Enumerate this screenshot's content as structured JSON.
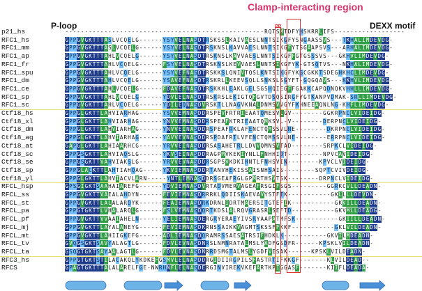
{
  "headers": {
    "p_loop": "P-loop",
    "clamp_region": "Clamp-interacting region",
    "pp": "PP",
    "dexx": "DEXX motif"
  },
  "alignment": [
    {
      "name": "p21_hs",
      "seq": "---------------------------------------------------RQTSMTDFYHSKRRLIFS------------------"
    },
    {
      "name": "RFC1_hs",
      "seq": "GPPGVGKTTTASLVCQELG------YSYVELNASDTRSKSSLKAIVAESLNNTSIKGFYSNGAASSVS---TKHALIMDEVDG-"
    },
    {
      "name": "RFC1_mm",
      "seq": "GPPGVGKTTTASLVCQELG------YSYVELNASDTRSKNSLKAVVAESLNNTSIKGFYTSGAAPSVS---ARHALIMDEVDG-"
    },
    {
      "name": "RFC1_ap",
      "seq": "GPPGVGKTTTAHLVCQELG------YSYVELNASDTRSKNSLKAVVAESLNNTSIKGFFGTGSSSVS---GKHVLIMDEVDG-"
    },
    {
      "name": "RFC1_fr",
      "seq": "GPPGVGKTTTAHLVCQELG------FSYVELNASDTRSKNSLKEVVAESLNNTSIKGFYK-GTSQTVS---NKHALIMDEVDG-"
    },
    {
      "name": "RFC1_spu",
      "seq": "GPPGVGKTTTAHLVCQELG------YSYVEFNASDTRSKKSLQNIVTQSLKNTSIKGFYKGCGKKTSDEGHKHCLIMDEVDG-"
    },
    {
      "name": "RFC1_dm",
      "seq": "GPPGVGKTTTAHLVCQELG------YSAVEFNASDTRSKRLLKEEVSQLLSNKSLSGYFT-GQGQAVS---KKHVLIMDEVDG-"
    },
    {
      "name": "RFC1_ce",
      "seq": "GPPGVGKTTTAHLVCQELG------FDAVEFNASDTRSKKHLEAKLGELSGSHQIEGFFGAKKCAPQDNQKVHHLLIMDEVDG-"
    },
    {
      "name": "RFC1_sp",
      "seq": "GPPGVGKTTTAHLVCQELG------YDVLELNASDTRSKRSLEKIGTQFGVTDSQSIRGFYGTKANPVDMAK-SRLLIMDEVDG-"
    },
    {
      "name": "RFC1_sc",
      "seq": "GPPGVGKTTTAHLVCQELG------YDILEQNASDVRSKTLLNAGVKNALDNMSVVGYFKHNEEAQNLNG-KHFLIMDEVDG-"
    },
    {
      "name": "Ctf18_hs",
      "seq": "GPPGLGKTTLAHVIARHAG------YSVVEMNASDDRSPEVFRTRIEAATQMESVLGV--------GGKRPNCLVIDEIDG-"
    },
    {
      "name": "Ctf18_xl",
      "seq": "GPPGLGKTTLAHVIARHAG------YNVVEMNASDDRSPEAFKTRIEAATQMKSVL-V--------DERPNCLVIDEIDG-"
    },
    {
      "name": "Ctf18_dm",
      "seq": "GPPGLGKTTLAHVIARHAG------YNVVEINASDDRSPEAFRKLAFENCTQMSSVLNE--------DKRPNCLVIDEIDG-"
    },
    {
      "name": "Ctf18_ag",
      "seq": "GPPGLGKTTLAHVIARHAG------YAVVEVNASDDRSPDAFRTLVFENCTQMSSVLNE--------ERRPNCLVIDEIDG-"
    },
    {
      "name": "Ctf18_at",
      "seq": "GAPGLGKTTLAHIAARHCG------YRVVEINASDDRSASAHETRLLDVVQMNSVTAD--------SRPKCLVIDEIDG-"
    },
    {
      "name": "Ctf18_sc",
      "seq": "GPPGSGKTTLAHVIAQSLG------YKVSEINASDDRAGPMVKEKIYNLLFNHHIDT---------NPVCAVIDEIDG-"
    },
    {
      "name": "Ctf18_se",
      "seq": "GPPGSGKTTVAHVIAKSLG------YRVVEVNASDDRSGPSVKDKIHNTLFNHSVIN--------KPVCLVIDEIDG-"
    },
    {
      "name": "Ctf18_sp",
      "seq": "GPPGLACKTTLAHTIAHQAG-----YKVIEMNASDDRTANVHEKISSAISNHSAIS--------SQPTCVIVDEIDG-"
    },
    {
      "name": "Ctf18_yl",
      "seq": "GPPGLGKTTLAHVIACVLARN-----YNTLEMNASDDRSGEAFRGLGPMRTHSVTSK--------DRPNCLVIDEIDG-"
    },
    {
      "name": "RFCL_hsp",
      "seq": "GPSGIGKTSAAHAIAREFG------YDVIEMNASDVRTADVMERVAGEAFRSGIFSGS---------GGRKCVLLDEADN-"
    },
    {
      "name": "RFCL_ss",
      "seq": "GPPGVGKTTVAEALAHDYN------FEVIEMNASDRRRKLQDIISKAEVAVYSTFTK-----------GKLLLLDEVDN-"
    },
    {
      "name": "RFCL_st",
      "seq": "GPPGVGKTTLALALARDYK------FEAIEMNASDRKDRNLIDRTMAERSITGTEFIK-----------GKVILLDEADN-"
    },
    {
      "name": "RFCL_pa",
      "seq": "GPPGTGKTTLVHALARQLG------FSLVEMNASDQRTKDSLALRQVGRASRLSEFTD-----------GKVMLLDEADG-"
    },
    {
      "name": "RFCL_pf",
      "seq": "GPPGVGKTTVVAAIAHELN------YELIEMNASDERGRYERAEYIVSRYAAPATMFSK-----------GKIILLDEADN-"
    },
    {
      "name": "RFCL_mj",
      "seq": "GPPGVGKTTLAYALANEYG------FEVIEMNASDKRNSSAIKKVAGMTSKSSFFKKF-----------GKLVILDEADN-"
    },
    {
      "name": "RFCL_mt",
      "seq": "GPPGVGKTTLAHIIGKEFG------ADLIEMNASDQRAMRSSAESATRSIFHDKLK-----------GKVILMDEADN-"
    },
    {
      "name": "RFCL_tv",
      "seq": "GVQGSGKTSAVYALAGTLG------FDVLEVNASDNRSLNMNRATALMSLYADFGSDFR------KPSKLVILDEADN-"
    },
    {
      "name": "RFCL_ta",
      "seq": "GSQGTGKTSAYAALAGTLG------FDVLEVNASDNRRDSMGTALMSLYGDFVESAK------KPSKLVILDEADN-"
    },
    {
      "name": "RFC3_hs",
      "seq": "GPPGTGKTSTILACAKQLYKDKEFGSMVLELNASDDRGIDIIRGPILSFASTRTIFKKGF-------KLVILDEAD--"
    },
    {
      "name": "RFCS",
      "seq": "GPAGTGKTTTALALARELFGE-NWRHNFLELNASDERGINVIREKVKEFARTKPIGGASF-------KIIFLDEADA-"
    }
  ],
  "secondary_structure": [
    {
      "type": "helix"
    },
    {
      "type": "helix"
    },
    {
      "type": "strand"
    },
    {
      "type": "helix"
    },
    {
      "type": "strand"
    },
    {
      "type": "helix"
    },
    {
      "type": "strand"
    }
  ],
  "colors": {
    "conserved_blue": "#1e3a8a",
    "similar_green": "#2f9e44",
    "weak_cyan": "#74c0fc",
    "group_divider_yellow": "#fff3a0",
    "box_red": "#e03131",
    "title_pink": "#d6336c",
    "helix_blue": "#6cb4e8",
    "strand_blue": "#4a90d9"
  }
}
